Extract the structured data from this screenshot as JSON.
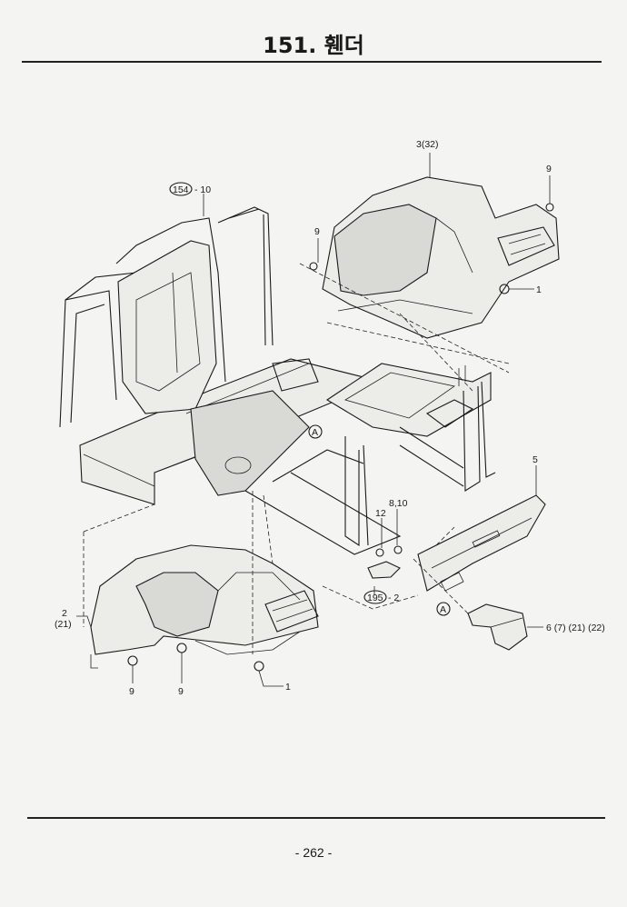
{
  "page": {
    "title": "151. 휀더",
    "page_number": "- 262 -"
  },
  "callouts": {
    "c_3_32": "3(32)",
    "c_9_top": "9",
    "c_9_left": "9",
    "c_1_upper": "1",
    "c_154_ref": "154",
    "c_154_part": "- 10",
    "c_5": "5",
    "c_8_10": "8,10",
    "c_12": "12",
    "c_195_ref": "195",
    "c_195_part": "- 2",
    "c_A_upper": "A",
    "c_A_lower": "A",
    "c_2": "2",
    "c_21": "(21)",
    "c_9_bottom_a": "9",
    "c_9_bottom_b": "9",
    "c_1_lower": "1",
    "c_6_group": "6 (7) (21) (22)"
  }
}
